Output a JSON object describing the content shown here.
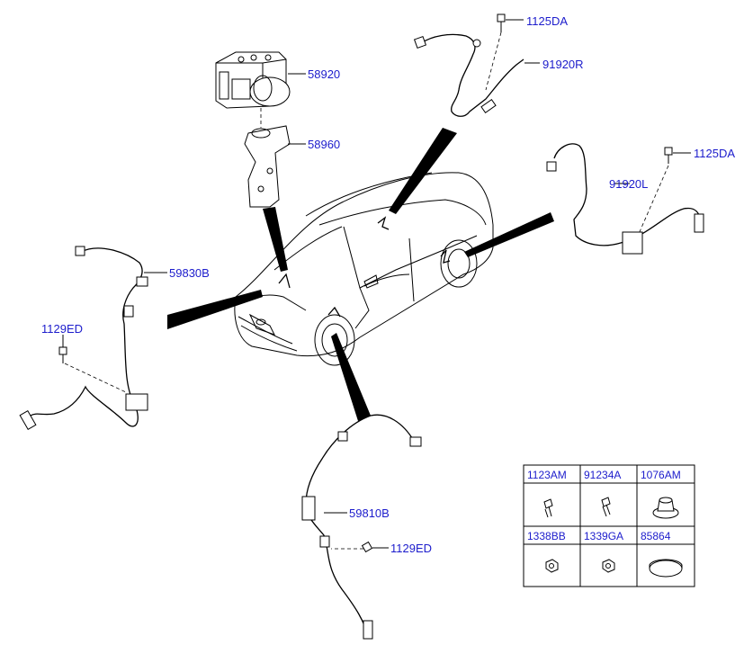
{
  "callouts": {
    "abs_module": "58920",
    "bracket": "58960",
    "bolt_top": "1125DA",
    "sensor_rear_right": "91920R",
    "bolt_right": "1125DA",
    "sensor_rear_left": "91920L",
    "sensor_front_left": "59830B",
    "bolt_front_left": "1129ED",
    "sensor_front_right": "59810B",
    "bolt_front_right": "1129ED"
  },
  "parts_table": {
    "row1": [
      "1123AM",
      "91234A",
      "1076AM"
    ],
    "row2": [
      "1338BB",
      "1339GA",
      "85864"
    ]
  },
  "colors": {
    "callout_text": "#1c1ccc",
    "lines": "#000000"
  }
}
